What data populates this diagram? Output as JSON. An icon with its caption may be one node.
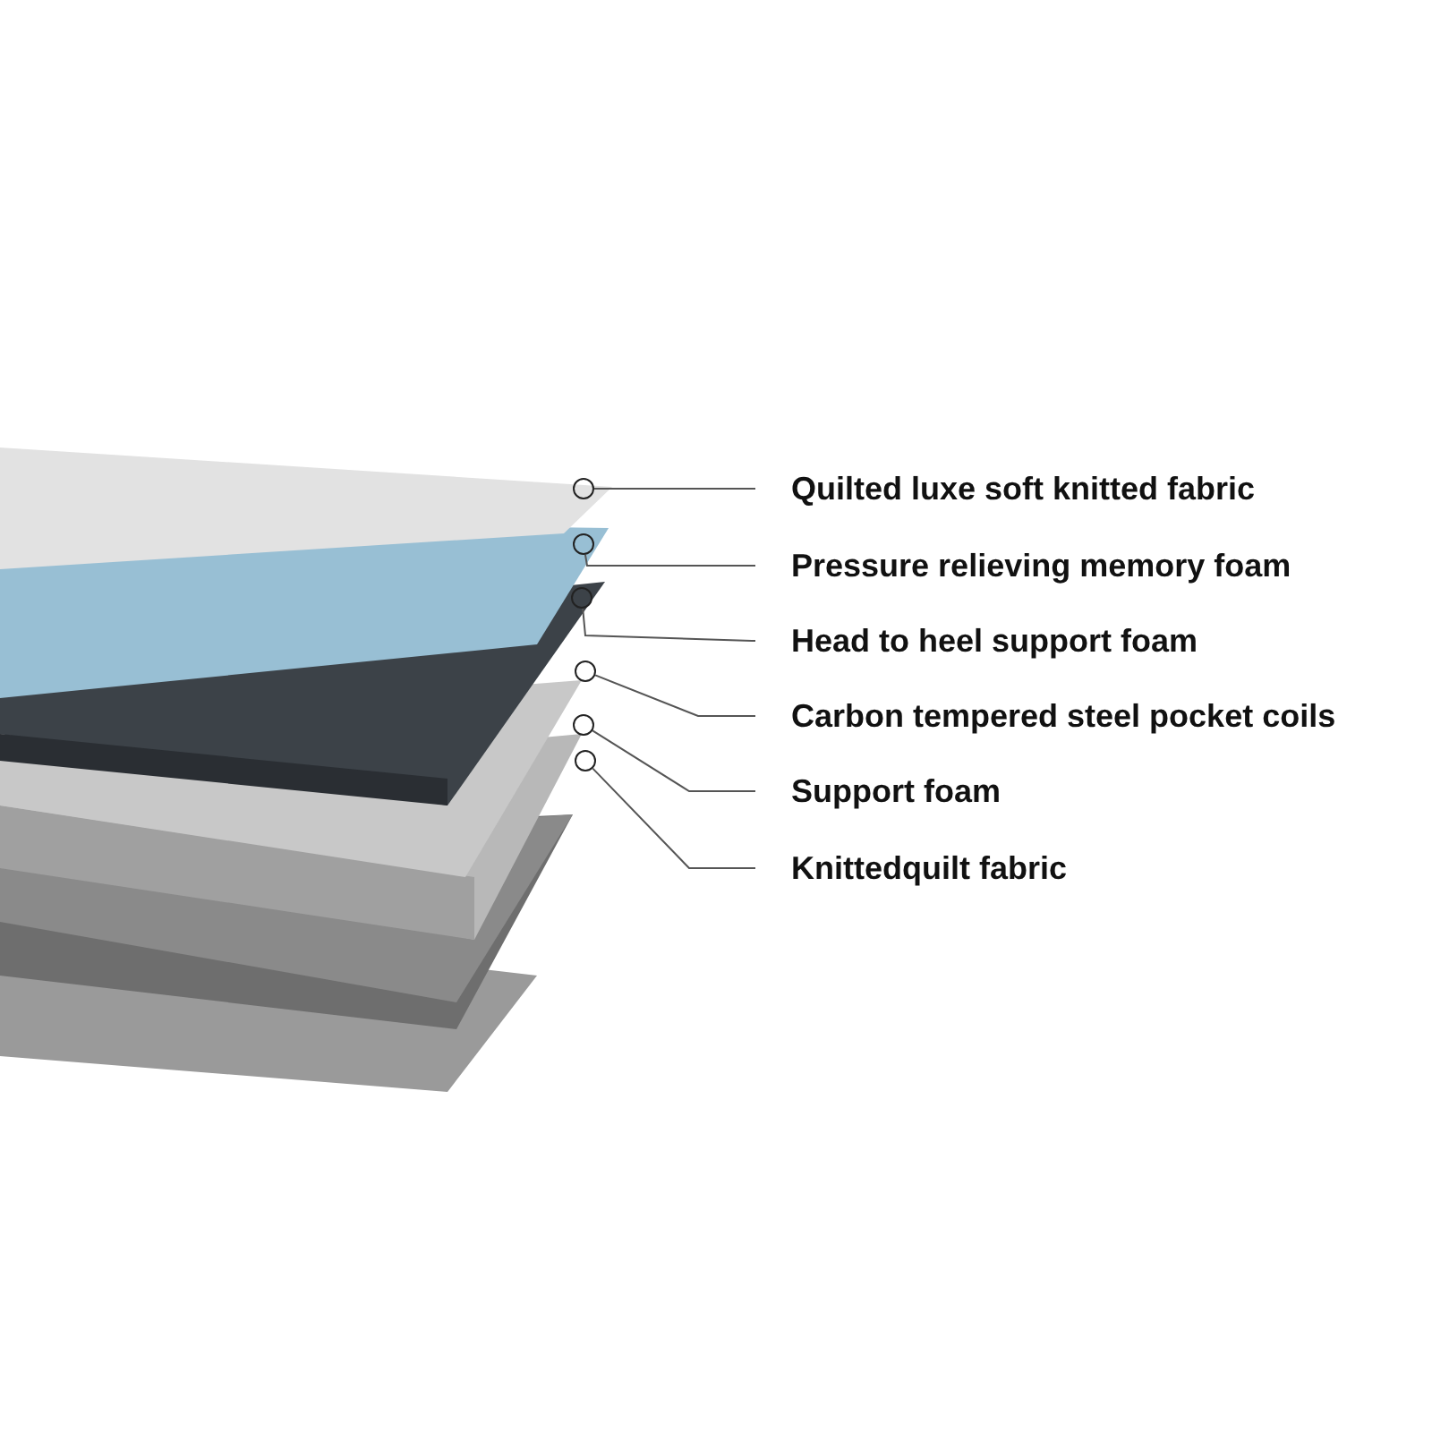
{
  "diagram": {
    "nodes": [
      {
        "text": [
          "Quilted luxe soft knitted fabric"
        ]
      },
      {
        "text": [
          "Pressure relieving memory foam"
        ]
      },
      {
        "text": [
          "Head to heel support foam"
        ]
      },
      {
        "text": [
          "Carbon tempered steel pocket coils"
        ]
      },
      {
        "text": [
          "Support foam"
        ]
      },
      {
        "text": [
          "Knittedquilt fabric"
        ]
      },
      {
        "text": [],
        "shape": "circle"
      },
      {
        "text": [],
        "shape": "circle"
      },
      {
        "text": [],
        "shape": "circle"
      },
      {
        "text": [],
        "shape": "circle"
      },
      {
        "text": [],
        "shape": "circle"
      },
      {
        "text": [],
        "shape": "circle"
      }
    ],
    "edges": [
      {
        "from": 0,
        "to": 6,
        "arrow": "none"
      },
      {
        "from": 1,
        "to": 7,
        "arrow": "none"
      },
      {
        "from": 2,
        "to": 8,
        "arrow": "none"
      },
      {
        "from": 3,
        "to": 9,
        "arrow": "none"
      },
      {
        "from": 4,
        "to": 10,
        "arrow": "none"
      },
      {
        "from": 5,
        "to": 11,
        "arrow": "none"
      }
    ]
  }
}
